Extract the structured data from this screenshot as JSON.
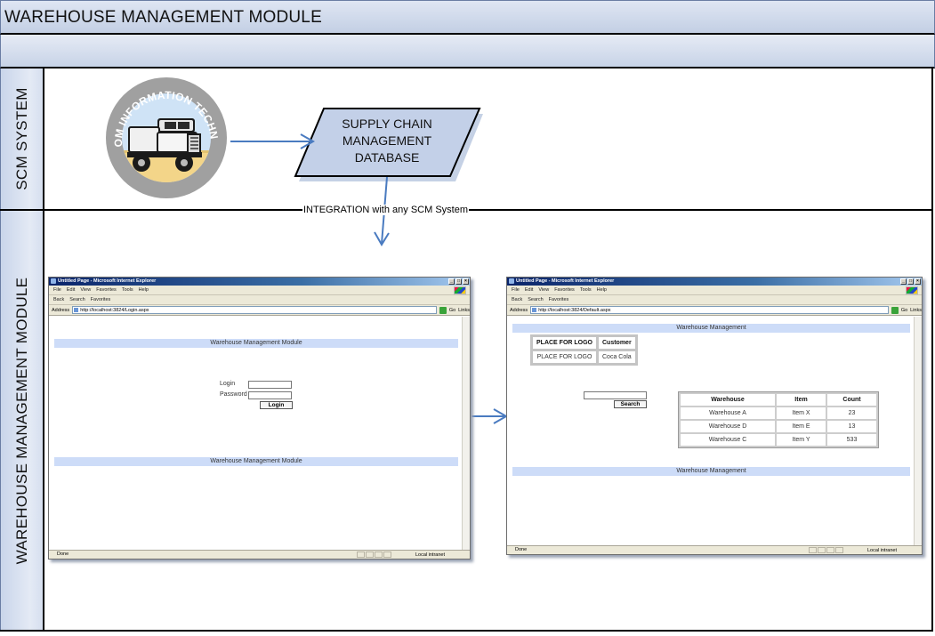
{
  "diagram": {
    "title": "WAREHOUSE MANAGEMENT MODULE",
    "lanes": [
      {
        "label": "SCM SYSTEM"
      },
      {
        "label": "WAREHOUSE MANAGEMENT MODULE"
      }
    ],
    "logo": {
      "ring_text": "NORCOM INFORMATION TECHNOLOGY",
      "icon": "truck-icon",
      "colors": {
        "ring": "#a0a0a0",
        "text": "#ffffff",
        "sky": "#cfe3f6",
        "sand": "#f3d589"
      }
    },
    "database": {
      "lines": [
        "SUPPLY CHAIN",
        "MANAGEMENT",
        "DATABASE"
      ],
      "fill": "#c3d0e8"
    },
    "integration_label": "INTEGRATION with any SCM System",
    "arrow_color": "#4a7bc0"
  },
  "login_window": {
    "title": "Untitled Page - Microsoft Internet Explorer",
    "menu": [
      "File",
      "Edit",
      "View",
      "Favorites",
      "Tools",
      "Help"
    ],
    "toolbar": [
      "Back",
      "Search",
      "Favorites"
    ],
    "address_label": "Address",
    "url": "http://localhost:3824/Login.aspx",
    "go_label": "Go",
    "links_label": "Links",
    "header_band": "Warehouse Management Module",
    "footer_band": "Warehouse Management Module",
    "login_label": "Login",
    "password_label": "Password",
    "login_button": "Login",
    "status_text": "Done",
    "zone_text": "Local intranet"
  },
  "main_window": {
    "title": "Untitled Page - Microsoft Internet Explorer",
    "menu": [
      "File",
      "Edit",
      "View",
      "Favorites",
      "Tools",
      "Help"
    ],
    "toolbar": [
      "Back",
      "Search",
      "Favorites"
    ],
    "address_label": "Address",
    "url": "http://localhost:3824/Default.aspx",
    "go_label": "Go",
    "links_label": "Links",
    "header_band": "Warehouse Management",
    "footer_band": "Warehouse Management",
    "logo_table": {
      "headers": [
        "PLACE FOR LOGO",
        "Customer"
      ],
      "row": [
        "PLACE FOR LOGO",
        "Coca Cola"
      ]
    },
    "search_button": "Search",
    "stock_table": {
      "headers": [
        "Warehouse",
        "Item",
        "Count"
      ],
      "rows": [
        [
          "Warehouse A",
          "Item X",
          "23"
        ],
        [
          "Warehouse D",
          "Item E",
          "13"
        ],
        [
          "Warehouse C",
          "Item Y",
          "533"
        ]
      ]
    },
    "status_text": "Done",
    "zone_text": "Local intranet"
  }
}
